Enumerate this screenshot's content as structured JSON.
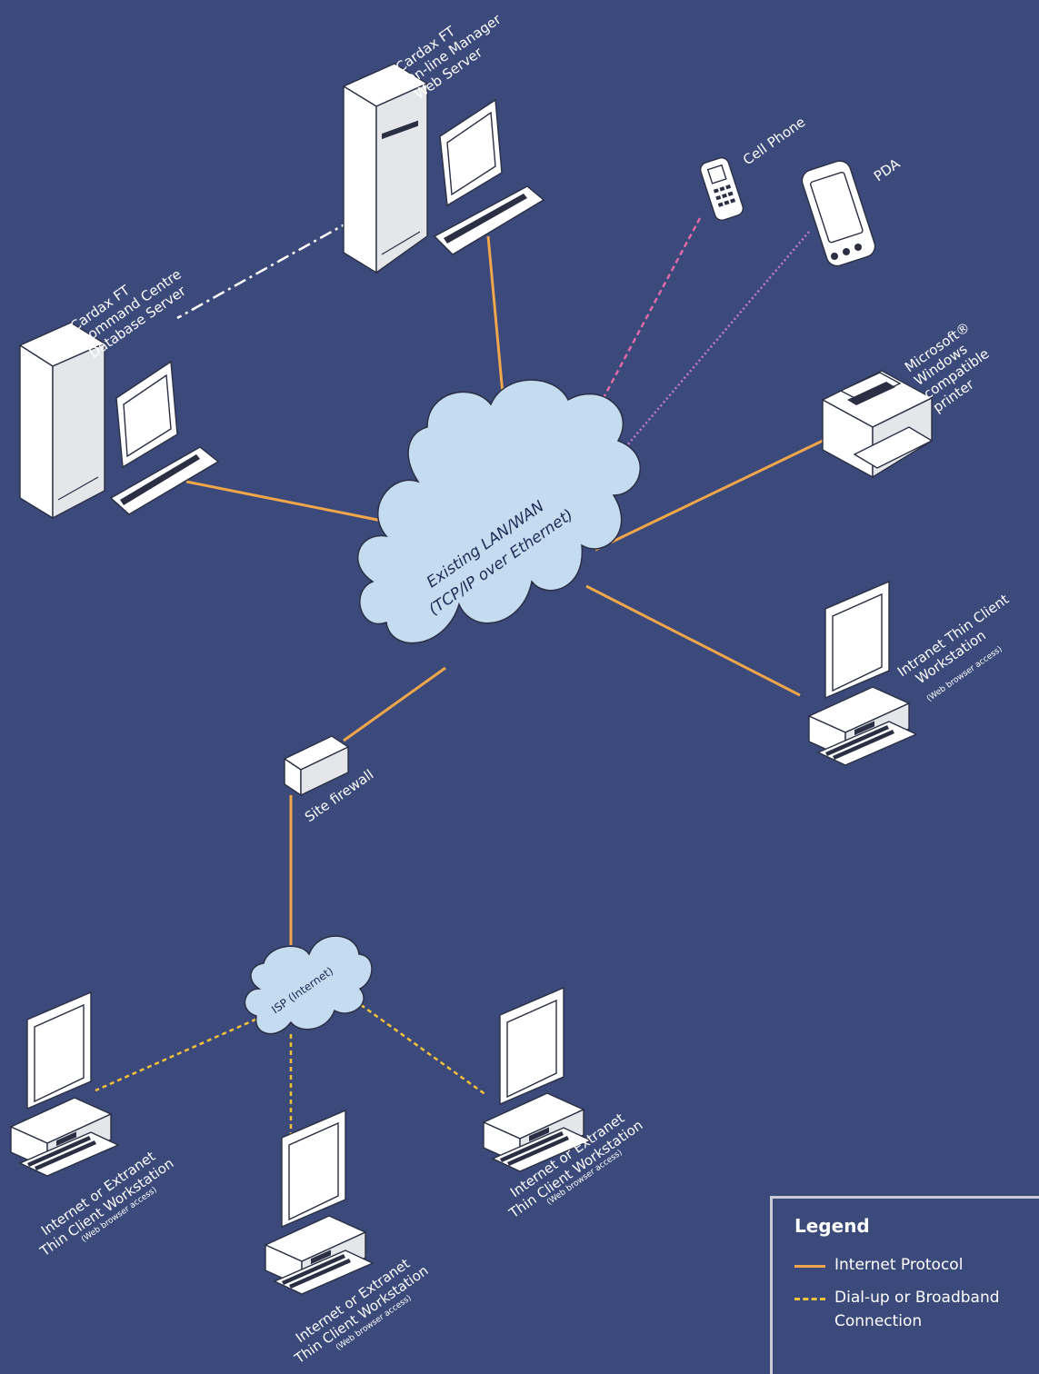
{
  "colors": {
    "background": "#3b4a7a",
    "internet_protocol_line": "#f0a64a",
    "dialup_line": "#f2c13a",
    "cell_link": "#e06aa8",
    "pda_link": "#c27bd0",
    "server_link": "#ffffff",
    "cloud_fill": "#c5dcf0"
  },
  "nodes": {
    "web_server": {
      "label_lines": [
        "Cardax FT",
        "On-line Manager",
        "Web Server"
      ]
    },
    "db_server": {
      "label_lines": [
        "Cardax FT",
        "Command Centre",
        "Database Server"
      ]
    },
    "cell_phone": {
      "label": "Cell Phone"
    },
    "pda": {
      "label": "PDA"
    },
    "printer": {
      "label_lines": [
        "Microsoft®",
        "Windows",
        "compatible",
        "printer"
      ]
    },
    "lan": {
      "label_lines": [
        "Existing LAN/WAN",
        "(TCP/IP over Ethernet)"
      ]
    },
    "intranet_ws": {
      "label_lines": [
        "Intranet Thin Client",
        "Workstation"
      ],
      "sublabel": "(Web browser access)"
    },
    "firewall": {
      "label": "Site firewall"
    },
    "isp": {
      "label": "ISP (Internet)"
    },
    "ext_ws_left": {
      "label_lines": [
        "Internet or Extranet",
        "Thin Client Workstation"
      ],
      "sublabel": "(Web browser access)"
    },
    "ext_ws_bottom": {
      "label_lines": [
        "Internet or Extranet",
        "Thin Client Workstation"
      ],
      "sublabel": "(Web browser access)"
    },
    "ext_ws_right": {
      "label_lines": [
        "Internet or Extranet",
        "Thin Client Workstation"
      ],
      "sublabel": "(Web browser access)"
    }
  },
  "legend": {
    "title": "Legend",
    "items": [
      {
        "style": "solid",
        "label": "Internet Protocol"
      },
      {
        "style": "dashed",
        "label": "Dial-up or Broadband Connection"
      }
    ]
  }
}
